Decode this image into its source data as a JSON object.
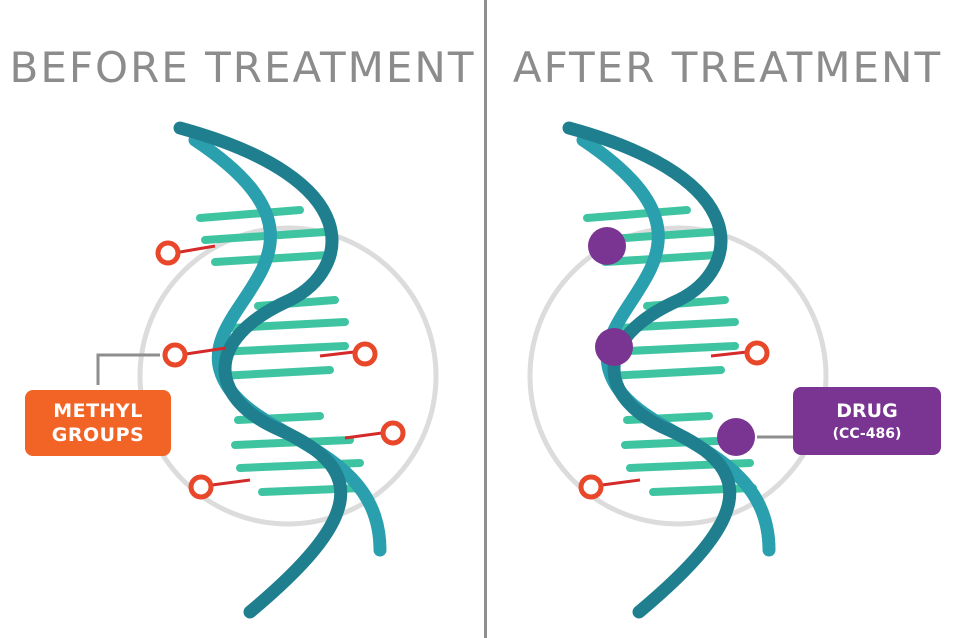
{
  "before": {
    "title": "BEFORE TREATMENT",
    "callout": {
      "line1": "METHYL",
      "line2": "GROUPS"
    }
  },
  "after": {
    "title": "AFTER TREATMENT",
    "callout": {
      "line1": "DRUG",
      "line2": "(CC-486)"
    }
  },
  "colors": {
    "strand_dark": "#1f7f8f",
    "strand_light": "#2a9fae",
    "base_pair": "#3fc4a2",
    "methyl_group": "#e8472a",
    "drug": "#7a3592",
    "circle": "#dcdcdc",
    "title": "#8c8c8c",
    "methyl_label_bg": "#f26326",
    "drug_label_bg": "#7a3592"
  }
}
